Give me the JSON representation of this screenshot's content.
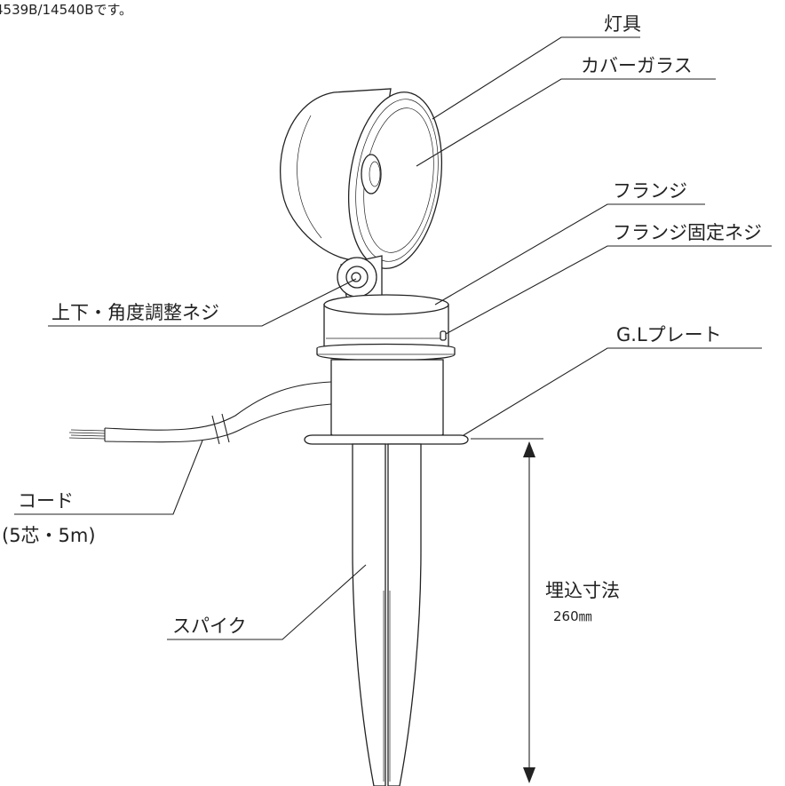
{
  "header_text": "4539B/14540Bです。",
  "labels": {
    "fixture": "灯具",
    "cover_glass": "カバーガラス",
    "flange": "フランジ",
    "flange_screw": "フランジ固定ネジ",
    "angle_screw": "上下・角度調整ネジ",
    "gl_plate": "G.Lプレート",
    "cord": "コード",
    "cord_spec": "(5芯・5m)",
    "spike": "スパイク",
    "embed_title": "埋込寸法",
    "embed_value": "260㎜"
  }
}
